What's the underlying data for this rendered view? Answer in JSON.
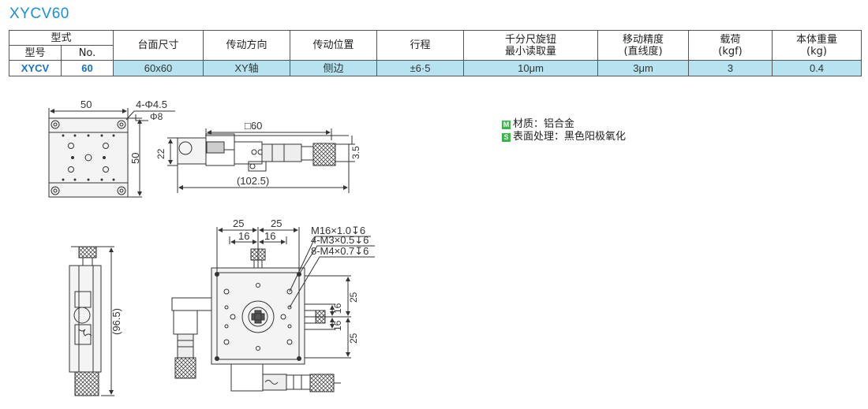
{
  "title": "XYCV60",
  "table": {
    "group_header": "型式",
    "sub_headers": [
      "型号",
      "No."
    ],
    "headers": [
      "台面尺寸",
      "传动方向",
      "传动位置",
      "行程",
      "千分尺旋钮",
      "移动精度",
      "载荷",
      "本体重量"
    ],
    "headers_line2": [
      "",
      "",
      "",
      "",
      "最小读取量",
      "(直线度)",
      "(kgf)",
      "(kg)"
    ],
    "row": {
      "model": "XYCV",
      "no": "60",
      "values": [
        "60x60",
        "XY轴",
        "侧边",
        "±6·5",
        "10μm",
        "3μm",
        "3",
        "0.4"
      ]
    }
  },
  "notes": [
    {
      "badge": "M",
      "text": "材质：铝合金"
    },
    {
      "badge": "S",
      "text": "表面处理：黑色阳极氧化"
    }
  ],
  "dims": {
    "top_width": "50",
    "hole_spec": "4-Φ4.5",
    "counterbore": "Φ8",
    "top_height": "50",
    "side_square": "□60",
    "side_height": "22",
    "side_offset": "3.5",
    "side_length": "(102.5)",
    "front_height": "(96.5)",
    "plan_25_a": "25",
    "plan_25_b": "25",
    "plan_16_a": "16",
    "plan_16_b": "16",
    "thread1": "M16×1.0↧6",
    "thread2": "4-M3×0.5↧6",
    "thread3": "8-M4×0.7↧6",
    "right_16_a": "16",
    "right_25_a": "25",
    "right_16_b": "16",
    "right_25_b": "25"
  },
  "colors": {
    "title": "#1a8fd6",
    "row_bg": "#b6e3ef",
    "model_text": "#1a70c8",
    "badge": "#39b54a"
  }
}
